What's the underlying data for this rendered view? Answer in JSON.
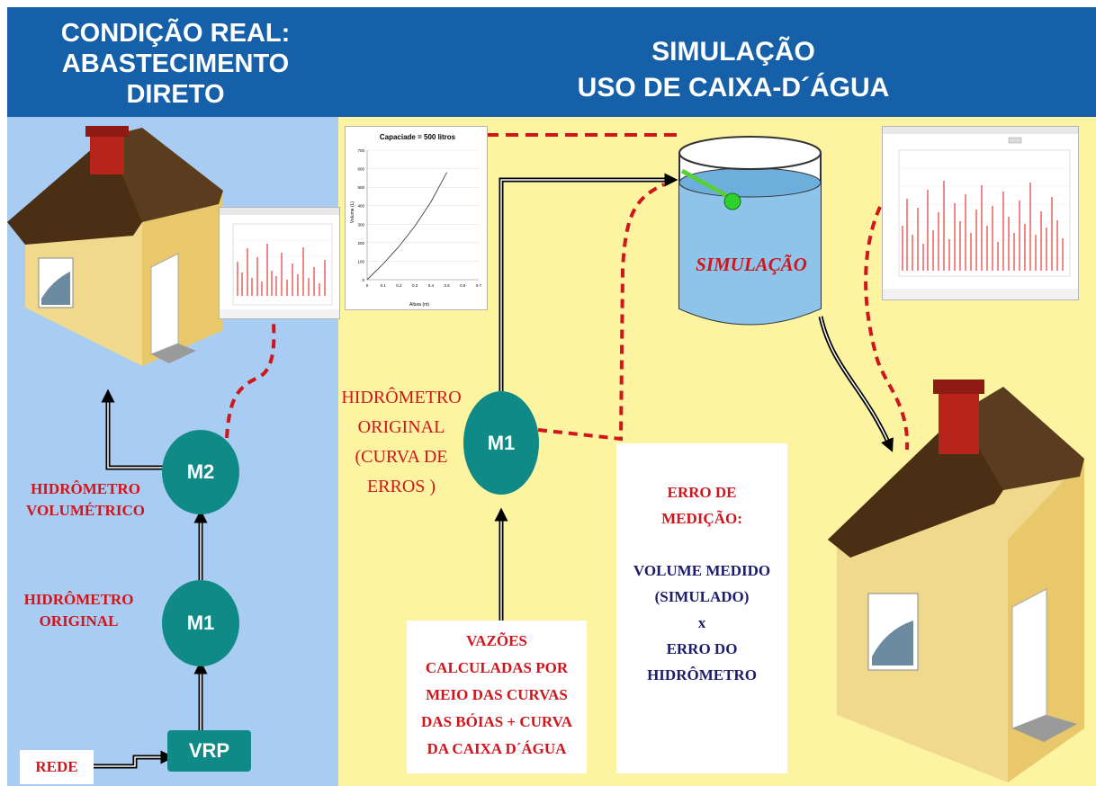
{
  "header": {
    "left_title_lines": [
      "CONDIÇÃO REAL:",
      "ABASTECIMENTO",
      "DIRETO"
    ],
    "right_title_lines": [
      "SIMULAÇÃO",
      "USO DE CAIXA-D´ÁGUA"
    ]
  },
  "left": {
    "meter_m2": "M2",
    "meter_m1": "M1",
    "vrp": "VRP",
    "label_volumetric_lines": [
      "HIDRÔMETRO",
      "VOLUMÉTRICO"
    ],
    "label_original_lines": [
      "HIDRÔMETRO",
      "ORIGINAL"
    ],
    "label_rede": "REDE"
  },
  "right": {
    "meter_m1": "M1",
    "label_original_lines": [
      "HIDRÔMETRO",
      "ORIGINAL",
      "(CURVA DE",
      "ERROS )"
    ],
    "tank_label": "SIMULAÇÃO",
    "flow_box_lines": [
      "VAZÕES",
      "CALCULADAS POR",
      "MEIO DAS  CURVAS",
      "DAS BÓIAS + CURVA",
      "DA CAIXA D´ÁGUA"
    ],
    "error_box_lines": [
      "ERRO DE",
      "MEDIÇÃO:",
      "",
      "VOLUME MEDIDO",
      "(SIMULADO)",
      "x",
      "ERRO DO",
      "HIDRÔMETRO"
    ]
  },
  "chart_data": [
    {
      "type": "line",
      "title": "Capaciade = 500 litros",
      "xlabel": "Altura (m)",
      "ylabel": "Volume (L)",
      "x": [
        0,
        0.1,
        0.2,
        0.3,
        0.4,
        0.5
      ],
      "y": [
        0,
        85,
        180,
        290,
        420,
        580
      ],
      "x_ticks": [
        "0",
        "0.1",
        "0.2",
        "0.3",
        "0.4",
        "0.5",
        "0.6",
        "0.7"
      ],
      "y_ticks": [
        "0",
        "100",
        "200",
        "300",
        "400",
        "500",
        "600",
        "700"
      ],
      "xlim": [
        0,
        0.7
      ],
      "ylim": [
        0,
        700
      ]
    }
  ],
  "colors": {
    "header_bg": "#1560a8",
    "left_bg": "#a9cdf2",
    "right_bg": "#fdf4a2",
    "meter": "#0f8a87",
    "label_red": "#d0151c",
    "dash_red": "#d0151c",
    "error_text": "#1d1d6b"
  }
}
